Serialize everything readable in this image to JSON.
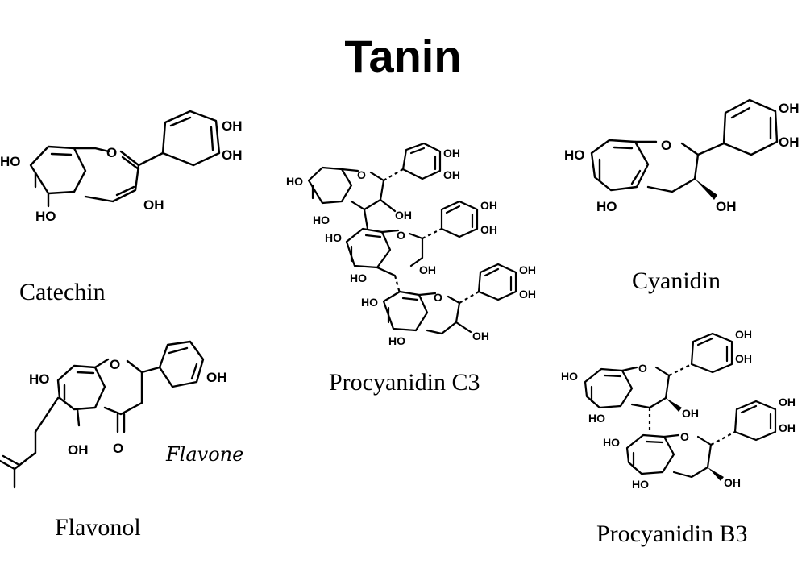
{
  "title": "Tanin",
  "captions": {
    "catechin": "Catechin",
    "procyanidin_c3": "Procyanidin C3",
    "cyanidin": "Cyanidin",
    "flavonol": "Flavonol",
    "procyanidin_b3": "Procyanidin B3"
  },
  "annotation": "Flavone",
  "atoms": {
    "oh": "OH",
    "ho": "HO",
    "o": "O",
    "ho_partial": "HO"
  }
}
